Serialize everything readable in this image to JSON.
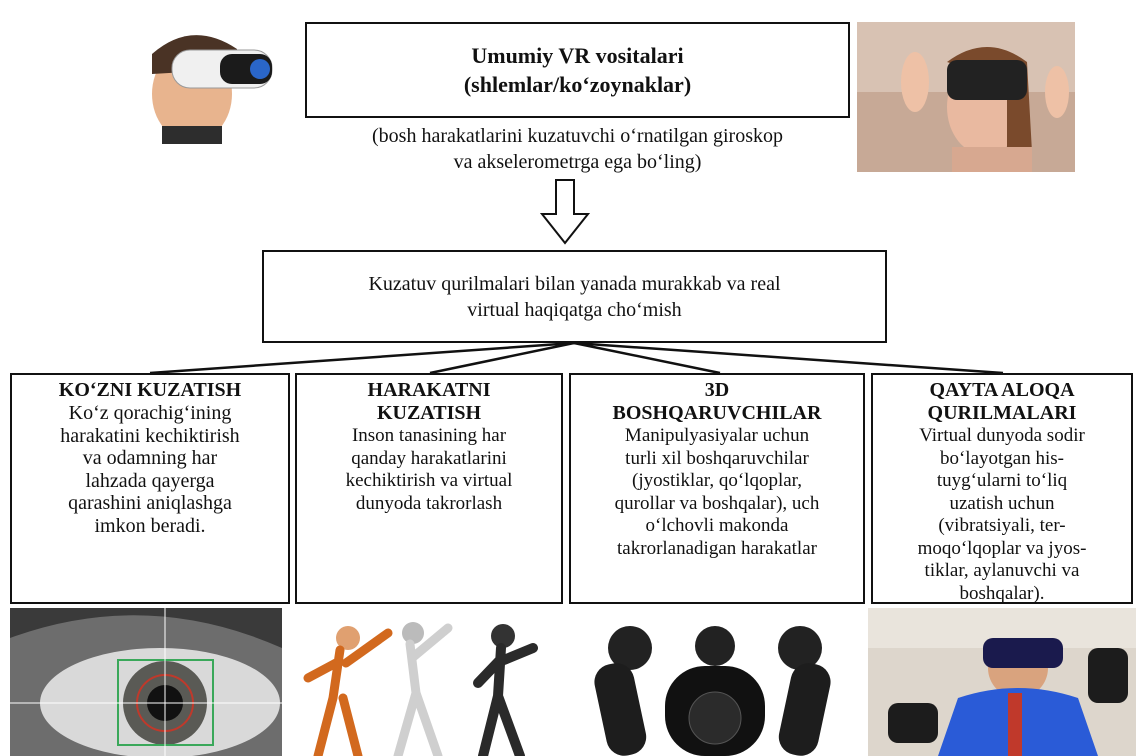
{
  "top": {
    "title_line1": "Umumiy VR vositalari",
    "title_line2": "(shlemlar/ko‘zoynaklar)",
    "subtitle_line1": "(bosh harakatlarini kuzatuvchi o‘rnatilgan giroskop",
    "subtitle_line2": "va akselerometrga ega bo‘ling)"
  },
  "middle": {
    "line1": "Kuzatuv qurilmalari bilan yanada murakkab va real",
    "line2": "virtual haqiqatga cho‘mish"
  },
  "categories": [
    {
      "title": [
        "KO‘ZNI KUZATISH"
      ],
      "body": [
        "Ko‘z qorachig‘ining",
        "harakatini kechiktirish",
        "va odamning har",
        "lahzada qayerga",
        "qarashini aniqlashga",
        "imkon beradi."
      ]
    },
    {
      "title": [
        "HARAKATNI",
        "KUZATISH"
      ],
      "body": [
        "Inson tanasining har",
        "qanday harakatlarini",
        "kechiktirish va virtual",
        "dunyoda takrorlash"
      ]
    },
    {
      "title": [
        "3D",
        "BOSHQARUVCHILAR"
      ],
      "body": [
        "Manipulyasiyalar uchun",
        "turli xil boshqaruvchilar",
        "(jyostiklar, qo‘lqoplar,",
        "qurollar va boshqalar), uch",
        "o‘lchovli makonda",
        "takrorlanadigan harakatlar"
      ]
    },
    {
      "title": [
        "QAYTA ALOQA",
        "QURILMALARI"
      ],
      "body": [
        "Virtual dunyoda sodir",
        "bo‘layotgan his-",
        "tuyg‘ularni to‘liq",
        "uzatish uchun",
        "(vibratsiyali, ter-",
        "moqo‘lqoplar va jyos-",
        "tiklar, aylanuvchi va",
        "boshqalar)."
      ]
    }
  ]
}
